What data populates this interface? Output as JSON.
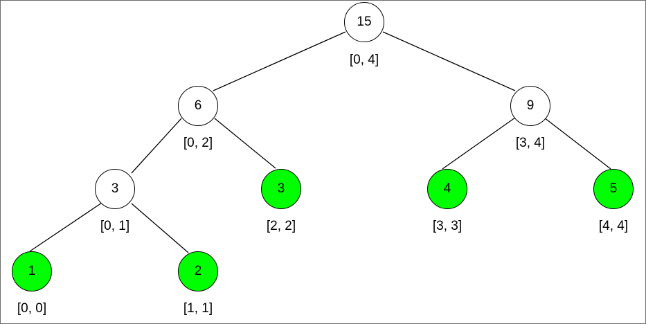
{
  "colors": {
    "leaf_fill": "#00ff00",
    "internal_fill": "#ffffff",
    "stroke": "#000000"
  },
  "tree": {
    "nodes": [
      {
        "id": "n0_4",
        "value": "15",
        "range": "[0, 4]",
        "leaf": false
      },
      {
        "id": "n0_2",
        "value": "6",
        "range": "[0, 2]",
        "leaf": false
      },
      {
        "id": "n3_4",
        "value": "9",
        "range": "[3, 4]",
        "leaf": false
      },
      {
        "id": "n0_1",
        "value": "3",
        "range": "[0, 1]",
        "leaf": false
      },
      {
        "id": "n2_2",
        "value": "3",
        "range": "[2, 2]",
        "leaf": true
      },
      {
        "id": "n3_3",
        "value": "4",
        "range": "[3, 3]",
        "leaf": true
      },
      {
        "id": "n4_4",
        "value": "5",
        "range": "[4, 4]",
        "leaf": true
      },
      {
        "id": "n0_0",
        "value": "1",
        "range": "[0, 0]",
        "leaf": true
      },
      {
        "id": "n1_1",
        "value": "2",
        "range": "[1, 1]",
        "leaf": true
      }
    ],
    "edges": [
      {
        "from": "n0_4",
        "to": "n0_2"
      },
      {
        "from": "n0_4",
        "to": "n3_4"
      },
      {
        "from": "n0_2",
        "to": "n0_1"
      },
      {
        "from": "n0_2",
        "to": "n2_2"
      },
      {
        "from": "n3_4",
        "to": "n3_3"
      },
      {
        "from": "n3_4",
        "to": "n4_4"
      },
      {
        "from": "n0_1",
        "to": "n0_0"
      },
      {
        "from": "n0_1",
        "to": "n1_1"
      }
    ]
  }
}
